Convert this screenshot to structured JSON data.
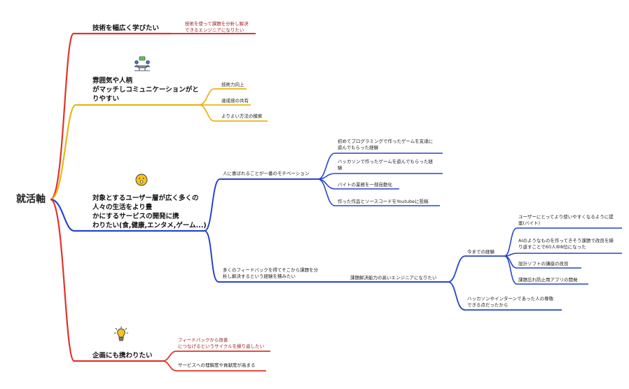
{
  "root": "就活軸",
  "colors": {
    "red": "#e0342a",
    "yellow": "#e9b518",
    "blue": "#2745c9",
    "darkred": "#9a1a1a"
  },
  "branch1": {
    "title": "技術を幅広く学びたい",
    "note": [
      "技術を使って課題を分析し解決",
      "できるエンジニアになりたい"
    ]
  },
  "branch2": {
    "title": [
      "雰囲気や人柄",
      "がマッチしコミュニケーションがと",
      "りやすい"
    ],
    "items": [
      "技術力向上",
      "達成感の共有",
      "よりよい方法の模索"
    ]
  },
  "branch3": {
    "title": [
      "対象とするユーザー層が広く多くの",
      "人々の生活をより豊",
      "かにするサービスの開発に携",
      "わりたい(食,健康,エンタメ,ゲーム...)"
    ],
    "motivation": "人に喜ばれることが一番のモチベーション",
    "motivation_items": [
      [
        "初めてプログラミングで作ったゲームを友達に",
        "遊んでもらった経験"
      ],
      [
        "ハッカソンで作ったゲームを遊んでもらった経",
        "験"
      ],
      [
        "バイトの業務を一部自動化"
      ],
      [
        "作った作品とソースコードをYoutubeに投稿"
      ]
    ],
    "feedback": [
      "多くのフィードバックを得てそこから課題を分",
      "析し解決するという経験を積みたい"
    ],
    "engineer": "課題解決能力の高いエンジニアになりたい",
    "experience": "今までの経験",
    "experience_items": [
      [
        "ユーザーにとってより使いやすくなるように提",
        "案(バイト)"
      ],
      [
        "AIのようなものを作ってきそう課題で改良を繰",
        "り返すことで60人中8位になった"
      ],
      [
        "設計ソフトの講座の改良"
      ],
      [
        "課題忘れ防止用アプリの開発"
      ]
    ],
    "respect": [
      "ハッカソンやインターンであった人の尊敬",
      "できる点だったから"
    ]
  },
  "branch4": {
    "title": "企画にも携わりたい",
    "items": [
      [
        "フィードバックから改善",
        "につなげるというサイクルを繰り返したい"
      ],
      [
        "サービスへの理解度や貢献度が高まる"
      ]
    ]
  }
}
